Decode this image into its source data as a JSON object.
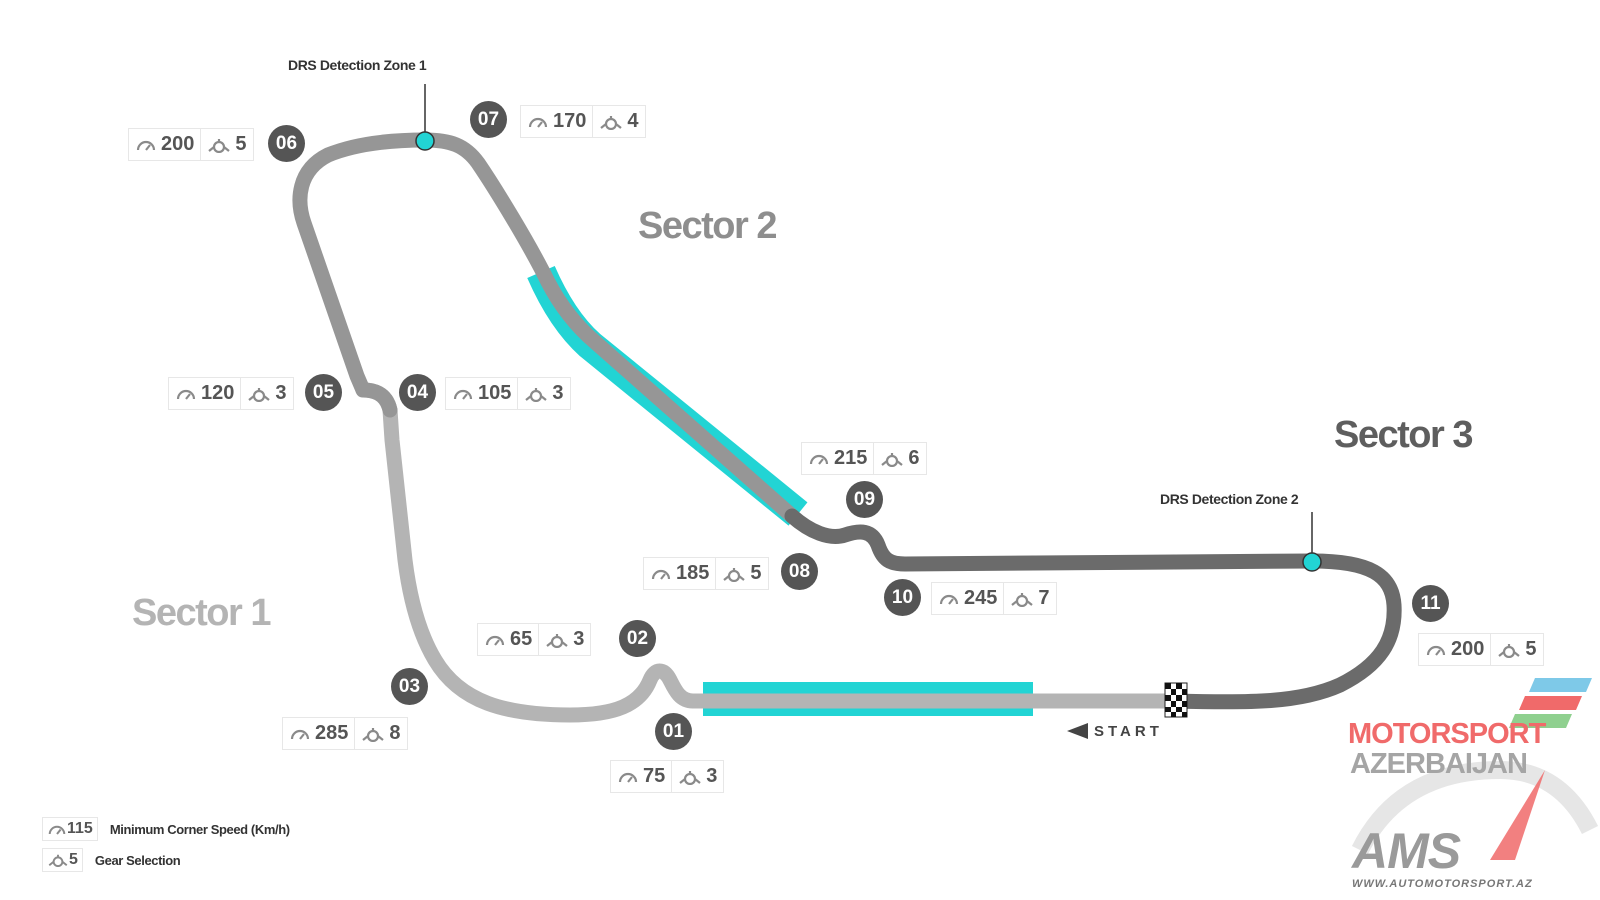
{
  "sectors": [
    "Sector 1",
    "Sector 2",
    "Sector 3"
  ],
  "drs": [
    "DRS Detection Zone 1",
    "DRS Detection Zone 2"
  ],
  "corners": [
    {
      "turn": "01",
      "speed": "75",
      "gear": "3"
    },
    {
      "turn": "02",
      "speed": "65",
      "gear": "3"
    },
    {
      "turn": "03",
      "speed": "285",
      "gear": "8"
    },
    {
      "turn": "04",
      "speed": "105",
      "gear": "3"
    },
    {
      "turn": "05",
      "speed": "120",
      "gear": "3"
    },
    {
      "turn": "06",
      "speed": "200",
      "gear": "5"
    },
    {
      "turn": "07",
      "speed": "170",
      "gear": "4"
    },
    {
      "turn": "08",
      "speed": "185",
      "gear": "5"
    },
    {
      "turn": "09",
      "speed": "215",
      "gear": "6"
    },
    {
      "turn": "10",
      "speed": "245",
      "gear": "7"
    },
    {
      "turn": "11",
      "speed": "200",
      "gear": "5"
    }
  ],
  "start_label": "START",
  "legend": {
    "speed_value": "115",
    "speed_text": "Minimum Corner Speed (Km/h)",
    "gear_value": "5",
    "gear_text": "Gear Selection"
  },
  "logo": {
    "line1": "MOTORSPORT",
    "line2": "AZERBAIJAN",
    "mark": "AMS",
    "url": "WWW.AUTOMOTORSPORT.AZ"
  },
  "colors": {
    "sector1": "#b4b4b4",
    "sector2": "#969696",
    "sector3": "#6b6b6b",
    "drs": "#22d4d4",
    "turn_marker": "#555555",
    "logo_red": "#f06a6a",
    "logo_gray": "#a5a5a5"
  },
  "icons": [
    "speedometer-icon",
    "gear-icon",
    "chequered-flag-icon",
    "start-arrow-icon"
  ]
}
